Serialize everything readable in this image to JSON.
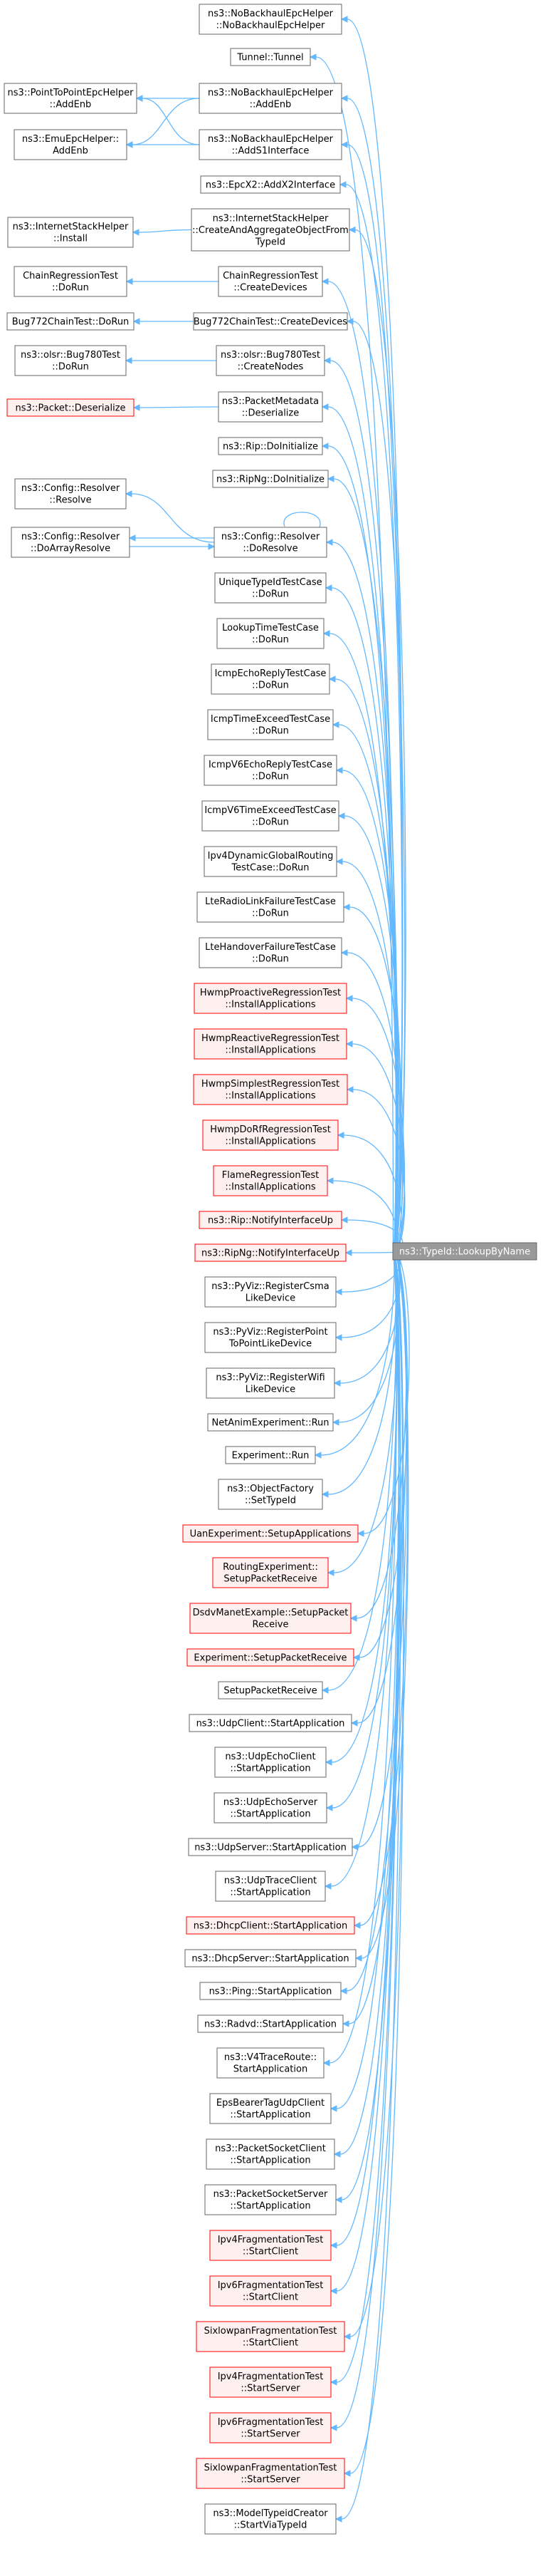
{
  "colors": {
    "normal_border": "#666666",
    "red_border": "#ff0000",
    "normal_fill": "#ffffff",
    "red_fill": "#fff0f0",
    "target_fill": "#999999",
    "target_border": "#666666",
    "edge": "#63b8ff"
  },
  "target": {
    "id": "target",
    "lines": [
      "ns3::TypeId::LookupByName"
    ]
  },
  "nodes": [
    {
      "id": "n1",
      "lines": [
        "ns3::NoBackhaulEpcHelper",
        "::NoBackhaulEpcHelper"
      ]
    },
    {
      "id": "n2",
      "lines": [
        "Tunnel::Tunnel"
      ]
    },
    {
      "id": "n3",
      "lines": [
        "ns3::NoBackhaulEpcHelper",
        "::AddEnb"
      ]
    },
    {
      "id": "n4",
      "lines": [
        "ns3::NoBackhaulEpcHelper",
        "::AddS1Interface"
      ]
    },
    {
      "id": "n5",
      "lines": [
        "ns3::EpcX2::AddX2Interface"
      ]
    },
    {
      "id": "n6",
      "lines": [
        "ns3::InternetStackHelper",
        "::CreateAndAggregateObjectFrom",
        "TypeId"
      ]
    },
    {
      "id": "n7",
      "lines": [
        "ChainRegressionTest",
        "::CreateDevices"
      ]
    },
    {
      "id": "n8",
      "lines": [
        "Bug772ChainTest::CreateDevices"
      ]
    },
    {
      "id": "n9",
      "lines": [
        "ns3::olsr::Bug780Test",
        "::CreateNodes"
      ]
    },
    {
      "id": "n10",
      "lines": [
        "ns3::PacketMetadata",
        "::Deserialize"
      ]
    },
    {
      "id": "n11",
      "lines": [
        "ns3::Rip::DoInitialize"
      ]
    },
    {
      "id": "n12",
      "lines": [
        "ns3::RipNg::DoInitialize"
      ]
    },
    {
      "id": "n13",
      "lines": [
        "ns3::Config::Resolver",
        "::DoResolve"
      ]
    },
    {
      "id": "n14",
      "lines": [
        "UniqueTypeIdTestCase",
        "::DoRun"
      ]
    },
    {
      "id": "n15",
      "lines": [
        "LookupTimeTestCase",
        "::DoRun"
      ]
    },
    {
      "id": "n16",
      "lines": [
        "IcmpEchoReplyTestCase",
        "::DoRun"
      ]
    },
    {
      "id": "n17",
      "lines": [
        "IcmpTimeExceedTestCase",
        "::DoRun"
      ]
    },
    {
      "id": "n18",
      "lines": [
        "IcmpV6EchoReplyTestCase",
        "::DoRun"
      ]
    },
    {
      "id": "n19",
      "lines": [
        "IcmpV6TimeExceedTestCase",
        "::DoRun"
      ]
    },
    {
      "id": "n20",
      "lines": [
        "Ipv4DynamicGlobalRouting",
        "TestCase::DoRun"
      ]
    },
    {
      "id": "n21",
      "lines": [
        "LteRadioLinkFailureTestCase",
        "::DoRun"
      ]
    },
    {
      "id": "n22",
      "lines": [
        "LteHandoverFailureTestCase",
        "::DoRun"
      ]
    },
    {
      "id": "n23",
      "red": true,
      "lines": [
        "HwmpProactiveRegressionTest",
        "::InstallApplications"
      ]
    },
    {
      "id": "n24",
      "red": true,
      "lines": [
        "HwmpReactiveRegressionTest",
        "::InstallApplications"
      ]
    },
    {
      "id": "n25",
      "red": true,
      "lines": [
        "HwmpSimplestRegressionTest",
        "::InstallApplications"
      ]
    },
    {
      "id": "n26",
      "red": true,
      "lines": [
        "HwmpDoRfRegressionTest",
        "::InstallApplications"
      ]
    },
    {
      "id": "n27",
      "red": true,
      "lines": [
        "FlameRegressionTest",
        "::InstallApplications"
      ]
    },
    {
      "id": "n28",
      "red": true,
      "lines": [
        "ns3::Rip::NotifyInterfaceUp"
      ]
    },
    {
      "id": "n29",
      "red": true,
      "lines": [
        "ns3::RipNg::NotifyInterfaceUp"
      ]
    },
    {
      "id": "n30",
      "lines": [
        "ns3::PyViz::RegisterCsma",
        "LikeDevice"
      ]
    },
    {
      "id": "n31",
      "lines": [
        "ns3::PyViz::RegisterPoint",
        "ToPointLikeDevice"
      ]
    },
    {
      "id": "n32",
      "lines": [
        "ns3::PyViz::RegisterWifi",
        "LikeDevice"
      ]
    },
    {
      "id": "n33",
      "lines": [
        "NetAnimExperiment::Run"
      ]
    },
    {
      "id": "n34",
      "lines": [
        "Experiment::Run"
      ]
    },
    {
      "id": "n35",
      "lines": [
        "ns3::ObjectFactory",
        "::SetTypeId"
      ]
    },
    {
      "id": "n36",
      "red": true,
      "lines": [
        "UanExperiment::SetupApplications"
      ]
    },
    {
      "id": "n37",
      "red": true,
      "lines": [
        "RoutingExperiment::",
        "SetupPacketReceive"
      ]
    },
    {
      "id": "n38",
      "red": true,
      "lines": [
        "DsdvManetExample::SetupPacket",
        "Receive"
      ]
    },
    {
      "id": "n39",
      "red": true,
      "lines": [
        "Experiment::SetupPacketReceive"
      ]
    },
    {
      "id": "n40",
      "lines": [
        "SetupPacketReceive"
      ]
    },
    {
      "id": "n41",
      "lines": [
        "ns3::UdpClient::StartApplication"
      ]
    },
    {
      "id": "n42",
      "lines": [
        "ns3::UdpEchoClient",
        "::StartApplication"
      ]
    },
    {
      "id": "n43",
      "lines": [
        "ns3::UdpEchoServer",
        "::StartApplication"
      ]
    },
    {
      "id": "n44",
      "lines": [
        "ns3::UdpServer::StartApplication"
      ]
    },
    {
      "id": "n45",
      "lines": [
        "ns3::UdpTraceClient",
        "::StartApplication"
      ]
    },
    {
      "id": "n46",
      "red": true,
      "lines": [
        "ns3::DhcpClient::StartApplication"
      ]
    },
    {
      "id": "n47",
      "lines": [
        "ns3::DhcpServer::StartApplication"
      ]
    },
    {
      "id": "n48",
      "lines": [
        "ns3::Ping::StartApplication"
      ]
    },
    {
      "id": "n49",
      "lines": [
        "ns3::Radvd::StartApplication"
      ]
    },
    {
      "id": "n50",
      "lines": [
        "ns3::V4TraceRoute::",
        "StartApplication"
      ]
    },
    {
      "id": "n51",
      "lines": [
        "EpsBearerTagUdpClient",
        "::StartApplication"
      ]
    },
    {
      "id": "n52",
      "lines": [
        "ns3::PacketSocketClient",
        "::StartApplication"
      ]
    },
    {
      "id": "n53",
      "lines": [
        "ns3::PacketSocketServer",
        "::StartApplication"
      ]
    },
    {
      "id": "n54",
      "red": true,
      "lines": [
        "Ipv4FragmentationTest",
        "::StartClient"
      ]
    },
    {
      "id": "n55",
      "red": true,
      "lines": [
        "Ipv6FragmentationTest",
        "::StartClient"
      ]
    },
    {
      "id": "n56",
      "red": true,
      "lines": [
        "SixlowpanFragmentationTest",
        "::StartClient"
      ]
    },
    {
      "id": "n57",
      "red": true,
      "lines": [
        "Ipv4FragmentationTest",
        "::StartServer"
      ]
    },
    {
      "id": "n58",
      "red": true,
      "lines": [
        "Ipv6FragmentationTest",
        "::StartServer"
      ]
    },
    {
      "id": "n59",
      "red": true,
      "lines": [
        "SixlowpanFragmentationTest",
        "::StartServer"
      ]
    },
    {
      "id": "n60",
      "lines": [
        "ns3::ModelTypeidCreator",
        "::StartViaTypeId"
      ]
    },
    {
      "id": "l1",
      "lines": [
        "ns3::PointToPointEpcHelper",
        "::AddEnb"
      ]
    },
    {
      "id": "l2",
      "lines": [
        "ns3::EmuEpcHelper::",
        "AddEnb"
      ]
    },
    {
      "id": "l3",
      "lines": [
        "ns3::InternetStackHelper",
        "::Install"
      ]
    },
    {
      "id": "l4",
      "lines": [
        "ChainRegressionTest",
        "::DoRun"
      ]
    },
    {
      "id": "l5",
      "lines": [
        "Bug772ChainTest::DoRun"
      ]
    },
    {
      "id": "l6",
      "lines": [
        "ns3::olsr::Bug780Test",
        "::DoRun"
      ]
    },
    {
      "id": "l7",
      "red": true,
      "lines": [
        "ns3::Packet::Deserialize"
      ]
    },
    {
      "id": "l8",
      "lines": [
        "ns3::Config::Resolver",
        "::Resolve"
      ]
    },
    {
      "id": "l9",
      "lines": [
        "ns3::Config::Resolver",
        "::DoArrayResolve"
      ]
    }
  ],
  "edges": [
    [
      "l1",
      "n3"
    ],
    [
      "l1",
      "n4"
    ],
    [
      "l2",
      "n3"
    ],
    [
      "l2",
      "n4"
    ],
    [
      "l3",
      "n6"
    ],
    [
      "l4",
      "n7"
    ],
    [
      "l5",
      "n8"
    ],
    [
      "l6",
      "n9"
    ],
    [
      "l7",
      "n10"
    ],
    [
      "l8",
      "n13"
    ],
    [
      "l9",
      "n13"
    ],
    [
      "n13",
      "l9"
    ],
    [
      "n13",
      "n13"
    ]
  ]
}
